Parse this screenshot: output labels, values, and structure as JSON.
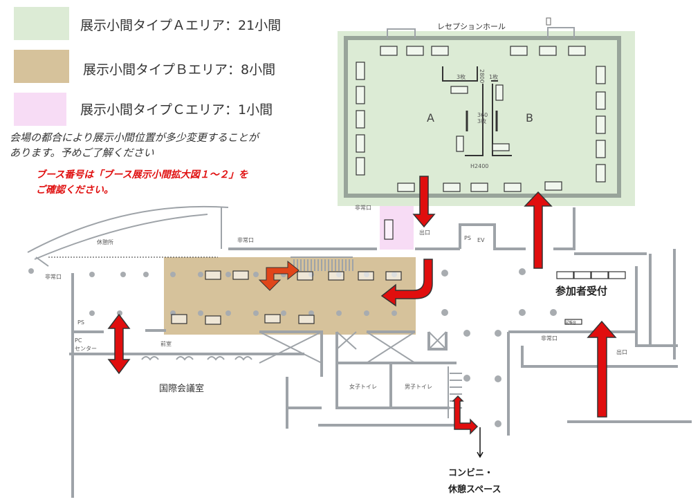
{
  "legend": [
    {
      "label": "展示小間タイプＡエリア：21小間",
      "color": "#dcebd5"
    },
    {
      "label": "展示小間タイプＢエリア：8小間",
      "color": "#d6c29b"
    },
    {
      "label": "展示小間タイプＣエリア：1小間",
      "color": "#f7dcf5"
    }
  ],
  "note": {
    "line1": "会場の都合により展示小間位置が多少変更することが",
    "line2": "あります。予めご了解ください"
  },
  "notice": {
    "line1": "ブース番号は「ブース展示小間拡大図１～２」を",
    "line2": "ご確認ください。"
  },
  "map": {
    "reception_hall": "レセプションホール",
    "room_a": "A",
    "room_b": "B",
    "dim_top": "2800",
    "sheets_3_left": "3枚",
    "sheets_1": "1枚",
    "dim_mid": "360",
    "sheets_3_mid": "3枚",
    "height": "H2400",
    "emergency_exit_hall": "非常口",
    "exit_top": "出口",
    "ps_top": "PS",
    "ev": "EV",
    "lounge": "休憩所",
    "emergency_exit_mid": "非常口",
    "emergency_exit_left": "非常口",
    "ps_left": "PS",
    "pc_center_1": "PC",
    "pc_center_2": "センター",
    "anteroom": "前室",
    "conference_room": "国際会議室",
    "womens_toilet": "女子トイレ",
    "mens_toilet": "男子トイレ",
    "registration": "参加者受付",
    "writing_desk": "記帳台",
    "emergency_exit_right": "非常口",
    "exit_right": "出口",
    "convenience_1": "コンビニ・",
    "convenience_2": "休憩スペース"
  },
  "colors": {
    "arrow": "#e00e0e",
    "arrow_orange": "#e0461a",
    "notice": "#e01010"
  }
}
